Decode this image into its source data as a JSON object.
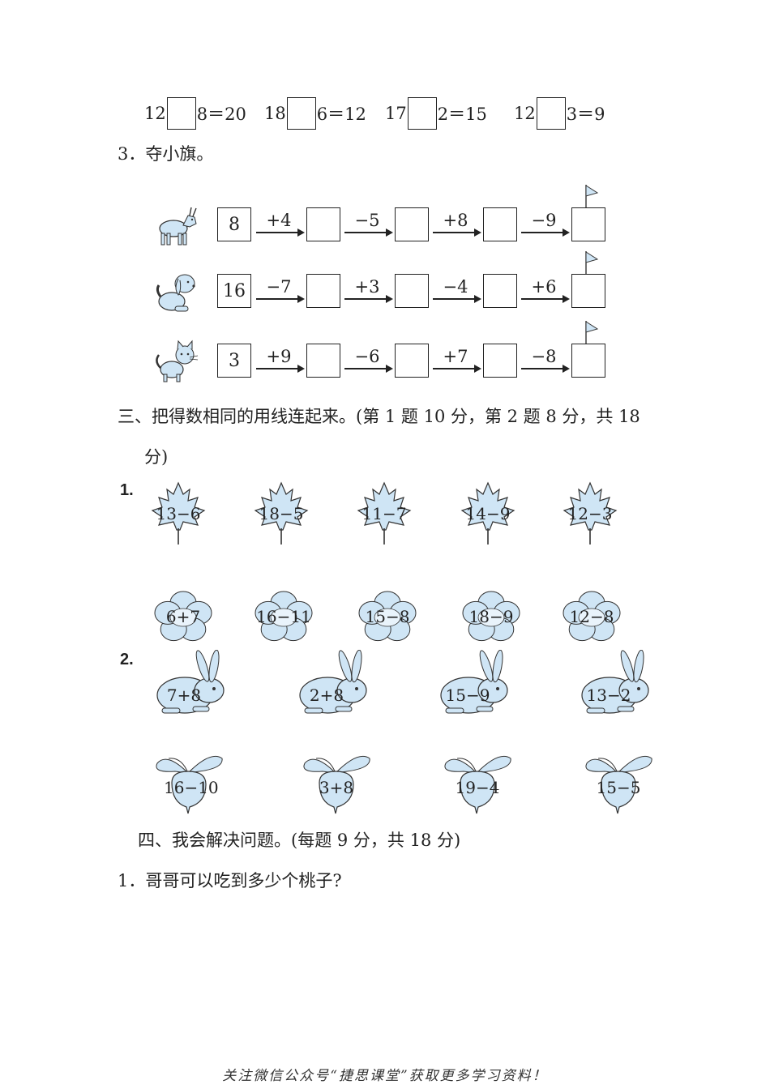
{
  "equations": [
    {
      "a": "12",
      "b": "8＝20"
    },
    {
      "a": "18",
      "b": "6＝12"
    },
    {
      "a": "17",
      "b": "2＝15"
    },
    {
      "a": "12",
      "b": "3＝9"
    }
  ],
  "q3_title": "3．夺小旗。",
  "chains": [
    {
      "animal": "goat",
      "start": "8",
      "ops": [
        "+4",
        "−5",
        "+8",
        "−9"
      ]
    },
    {
      "animal": "dog",
      "start": "16",
      "ops": [
        "−7",
        "+3",
        "−4",
        "+6"
      ]
    },
    {
      "animal": "cat",
      "start": "3",
      "ops": [
        "+9",
        "−6",
        "+7",
        "−8"
      ]
    }
  ],
  "section3_title_line1": "三、把得数相同的用线连起来。(第 1 题 10 分，第 2 题 8 分，共 18",
  "section3_title_line2": "分)",
  "part1_label": "1.",
  "leaves": [
    "13−6",
    "18−5",
    "11−7",
    "14−9",
    "12−3"
  ],
  "flowers": [
    "6+7",
    "16−11",
    "15−8",
    "18−9",
    "12−8"
  ],
  "part2_label": "2.",
  "rabbits": [
    "7+8",
    "2+8",
    "15−9",
    "13−2"
  ],
  "radishes": [
    "16−10",
    "3+8",
    "19−4",
    "15−5"
  ],
  "section4_title": "四、我会解决问题。(每题 9 分，共 18 分)",
  "q4_1": "1．哥哥可以吃到多少个桃子?",
  "footer": "关注微信公众号“捷思课堂”获取更多学习资料！",
  "colors": {
    "illustration_fill": "#cfe5f5",
    "illustration_stroke": "#333333"
  }
}
